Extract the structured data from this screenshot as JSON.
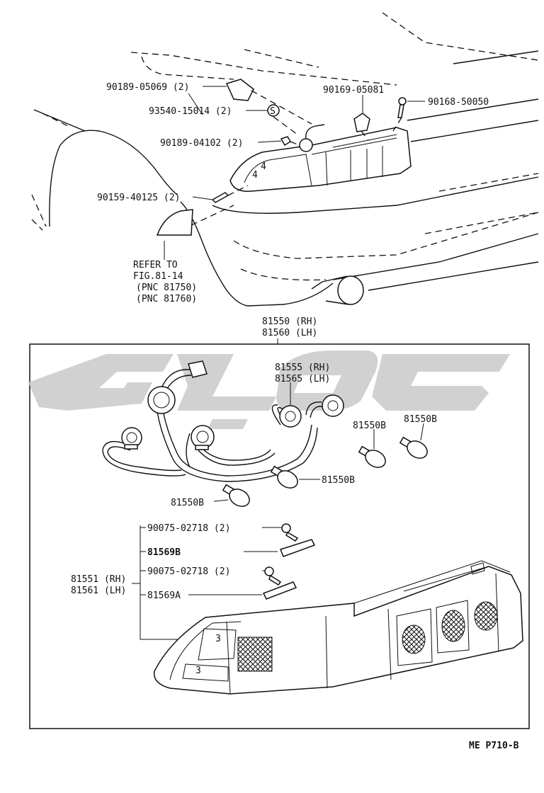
{
  "diagram": {
    "upper_callouts": {
      "p1": "90189-05069 (2)",
      "p2": "93540-15014 (2)",
      "p3": "90189-04102 (2)",
      "p4": "90159-40125 (2)",
      "p5": "90169-05081",
      "p6": "90168-50050"
    },
    "refer_note": {
      "line1": "REFER TO",
      "line2": "FIG.81-14",
      "line3": "(PNC 81750)",
      "line4": "(PNC 81760)"
    },
    "assembly": {
      "line1": "81550 (RH)",
      "line2": "81560 (LH)"
    },
    "socket": {
      "line1": "81555 (RH)",
      "line2": "81565 (LH)"
    },
    "bulbs": {
      "b1": "81550B",
      "b2": "81550B",
      "b3": "81550B",
      "b4": "81550B"
    },
    "lens_parts": {
      "l1": "90075-02718 (2)",
      "l2": "81569B",
      "l3": "90075-02718 (2)",
      "l4": "81569A"
    },
    "lens_assembly": {
      "line1": "81551 (RH)",
      "line2": "81561 (LH)"
    },
    "figure_code": "ME  P710-B",
    "screw_mark": "S"
  }
}
